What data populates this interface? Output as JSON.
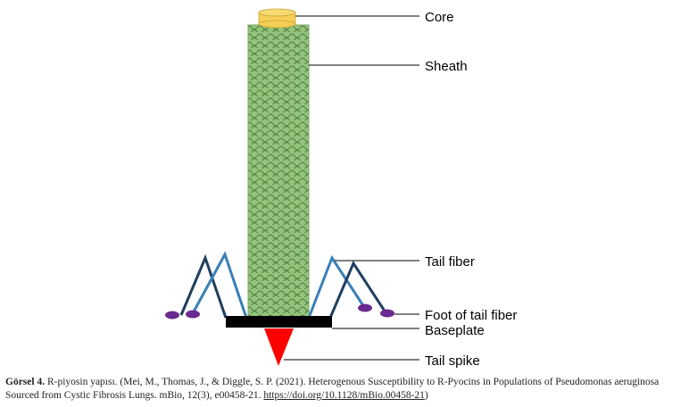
{
  "labels": {
    "core": "Core",
    "sheath": "Sheath",
    "tail_fiber": "Tail fiber",
    "foot_of_tail_fiber": "Foot of tail fiber",
    "baseplate": "Baseplate",
    "tail_spike": "Tail spike"
  },
  "caption": {
    "lead": "Görsel 4.",
    "text": " R-piyosin yapısı. (Mei, M., Thomas, J., & Diggle, S. P. (2021). Heterogenous Susceptibility to R-Pyocins in Populations of Pseudomonas aeruginosa Sourced from Cystic Fibrosis Lungs. mBio, 12(3), e00458-21. ",
    "doi": "https://doi.org/10.1128/mBio.00458-21",
    "tail": ")"
  },
  "colors": {
    "core": "#f5cf55",
    "sheath": "#93c47d",
    "sheath_pattern": "#4f7a3a",
    "fiber_dark": "#1f3f5f",
    "fiber_light": "#3a7fb5",
    "foot": "#6a2a8f",
    "baseplate": "#000000",
    "tail_spike": "#ff0000"
  }
}
